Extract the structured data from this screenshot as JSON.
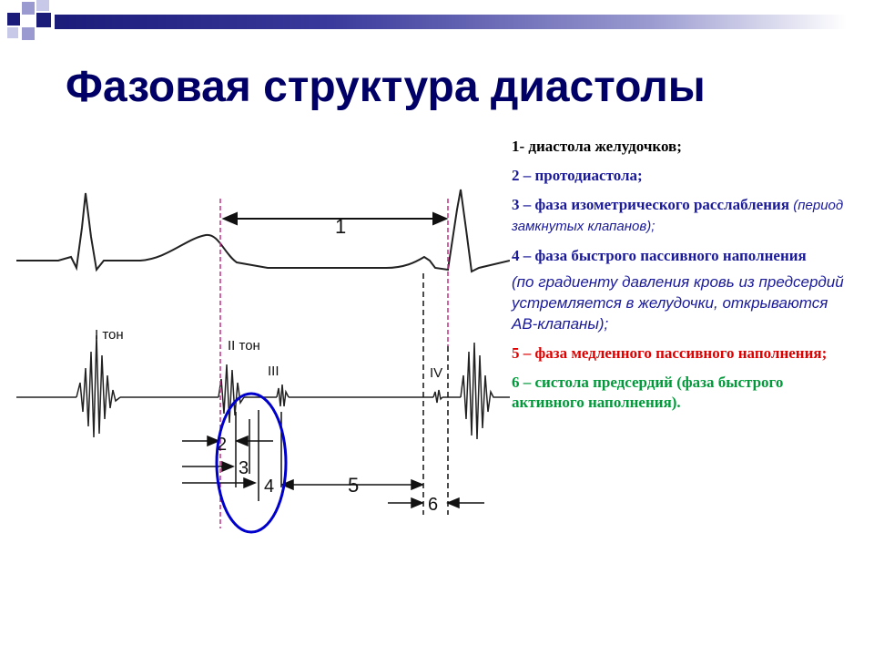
{
  "slide": {
    "title": "Фазовая структура диастолы"
  },
  "colors": {
    "title": "#000066",
    "legend_dark": "#000000",
    "legend_blue": "#1a1a9a",
    "legend_red": "#e00000",
    "legend_green": "#009a3a",
    "phase_lines": "#c0308a",
    "ellipse": "#0000cc",
    "top_bar": "#1b1b7a"
  },
  "diagram": {
    "label_1": "1",
    "label_2": "2",
    "label_3": "3",
    "label_4": "4",
    "label_5": "5",
    "label_6": "6",
    "tone_1": "I тон",
    "tone_2": "II тон",
    "tone_3": "III",
    "tone_4": "IV"
  },
  "legend": {
    "item1": "1- диастола желудочков;",
    "item2": "2 – протодиастола;",
    "item3_main": "3 – фаза изометрического расслабления",
    "item3_note": "(период замкнутых клапанов)",
    "item3_end": ";",
    "item4": "4 – фаза быстрого пассивного наполнения",
    "item4_note": "(по градиенту давления кровь из предсердий устремляется в желудочки, открываются АВ-клапаны);",
    "item5": "5 – фаза медленного пассивного наполнения;",
    "item6": "6 – систола предсердий (фаза быстрого активного наполнения)."
  }
}
